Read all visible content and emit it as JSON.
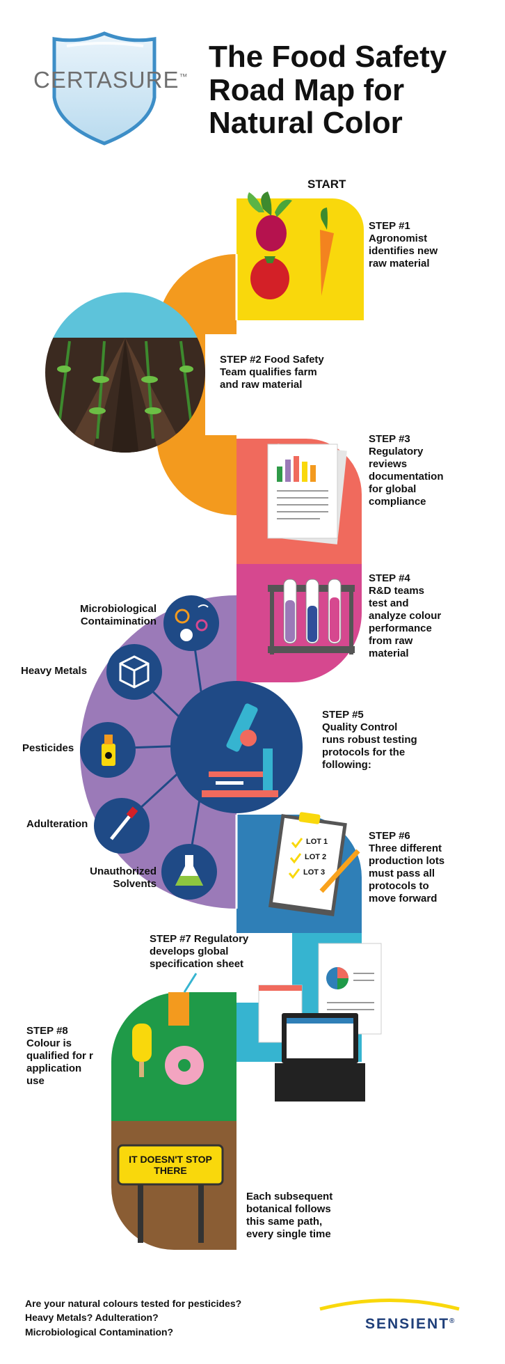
{
  "header": {
    "logo_text": "CERTASURE",
    "logo_tm": "™",
    "title_line1": "The Food Safety",
    "title_line2": "Road Map for",
    "title_line3": "Natural Color"
  },
  "road": {
    "start_label": "START",
    "colors": {
      "yellow": "#f9d80c",
      "orange": "#f39a1e",
      "coral": "#f06a5d",
      "pink": "#d6488f",
      "purple": "#9b7ab8",
      "blue": "#2f7fb7",
      "cyan": "#36b4d0",
      "green": "#1f9a48",
      "brown": "#8a5d34",
      "navy": "#1f4a86"
    }
  },
  "steps": {
    "s1": "STEP #1\nAgronomist\nidentifies new\nraw material",
    "s2": "STEP #2 Food Safety\nTeam qualifies farm\nand raw material",
    "s3": "STEP #3\nRegulatory\nreviews\ndocumentation\nfor global\ncompliance",
    "s4": "STEP #4\nR&D teams\ntest and\nanalyze colour\nperformance\nfrom raw\nmaterial",
    "s5": "STEP #5\nQuality Control\nruns robust testing\nprotocols for the\nfollowing:",
    "s6": "STEP #6\nThree different\nproduction lots\nmust pass all\nprotocols to\nmove forward",
    "s7": "STEP #7 Regulatory\ndevelops global\nspecification sheet",
    "s8": "STEP #8\nColour is\nqualified for r\napplication\nuse"
  },
  "tests": {
    "micro": "Microbiological\nContaimination",
    "metals": "Heavy Metals",
    "pesticides": "Pesticides",
    "adulteration": "Adulteration",
    "solvents": "Unauthorized\nSolvents"
  },
  "clipboard": {
    "lot1": "LOT 1",
    "lot2": "LOT 2",
    "lot3": "LOT 3"
  },
  "sign": {
    "text": "IT DOESN'T\nSTOP THERE"
  },
  "end_text": "Each subsequent\nbotanical follows\nthis same path,\nevery single time",
  "footer": {
    "question": "Are your natural colours tested for pesticides?\nHeavy Metals? Adulteration?\nMicrobiological Contamination?",
    "brand": "SENSIENT",
    "brand_mark": "®"
  }
}
